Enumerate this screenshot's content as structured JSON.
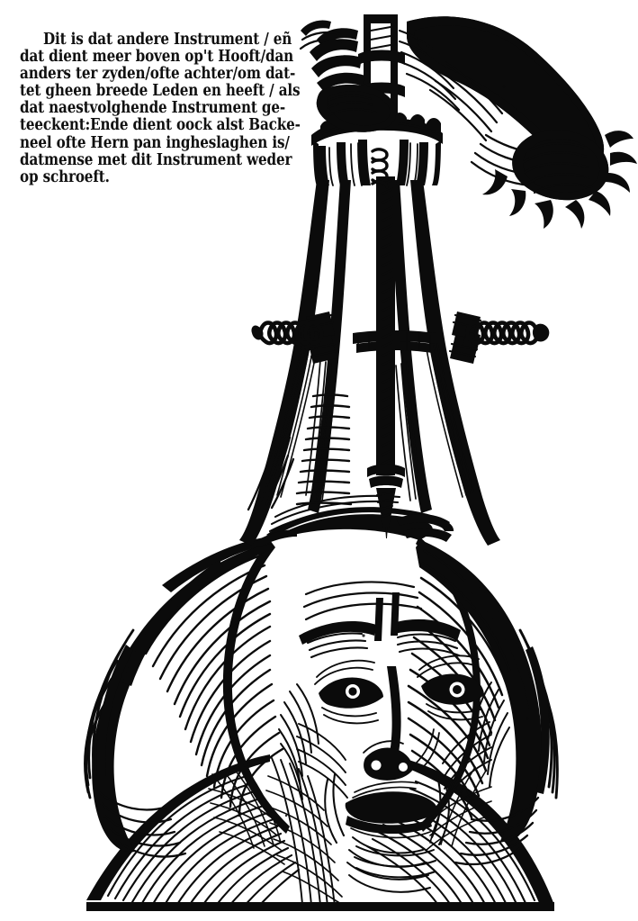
{
  "document": {
    "type": "woodcut-illustration",
    "language": "Middle Dutch",
    "background_color": "#ffffff",
    "ink_color": "#0b0b0b"
  },
  "caption": {
    "name": "caption-text-block",
    "lines": [
      "Dit is dat andere Instrument / eñ",
      "dat dient meer boven op't Hooft/dan",
      "anders ter zyden/ofte achter/om dat-",
      "tet gheen breede Leden en heeft / als",
      "dat naestvolghende Instrument ge-",
      "teeckent:Ende dient oock alst Backe-",
      "neel ofte Hern pan ingheslaghen is/",
      "datmense met dit Instrument weder",
      "op schroeft."
    ]
  },
  "illustration": {
    "title": "Trepanation instrument applied to a patient's head",
    "parts": [
      {
        "id": "hand",
        "label": "surgeon-hand-gripping-handle"
      },
      {
        "id": "cuff",
        "label": "slashed-sleeve-cuff"
      },
      {
        "id": "handle",
        "label": "instrument-top-handle"
      },
      {
        "id": "crown-drum",
        "label": "cylindrical-crown-housing"
      },
      {
        "id": "center-screw",
        "label": "central-threaded-screw-shaft"
      },
      {
        "id": "drill-tip",
        "label": "pointed-drill-tip"
      },
      {
        "id": "crossbar",
        "label": "horizontal-crossbar"
      },
      {
        "id": "screw-left",
        "label": "left-helical-thumbscrew"
      },
      {
        "id": "screw-right",
        "label": "right-helical-thumbscrew"
      },
      {
        "id": "legs",
        "label": "splayed-instrument-legs"
      },
      {
        "id": "scalp-flap",
        "label": "raised-scalp-flap"
      },
      {
        "id": "head",
        "label": "patient-head"
      },
      {
        "id": "face",
        "label": "patient-face"
      },
      {
        "id": "hair-left",
        "label": "hair-left-side"
      },
      {
        "id": "hair-right",
        "label": "hair-right-side"
      },
      {
        "id": "shoulders",
        "label": "patient-shoulders"
      },
      {
        "id": "baseline",
        "label": "illustration-base-line"
      }
    ]
  }
}
